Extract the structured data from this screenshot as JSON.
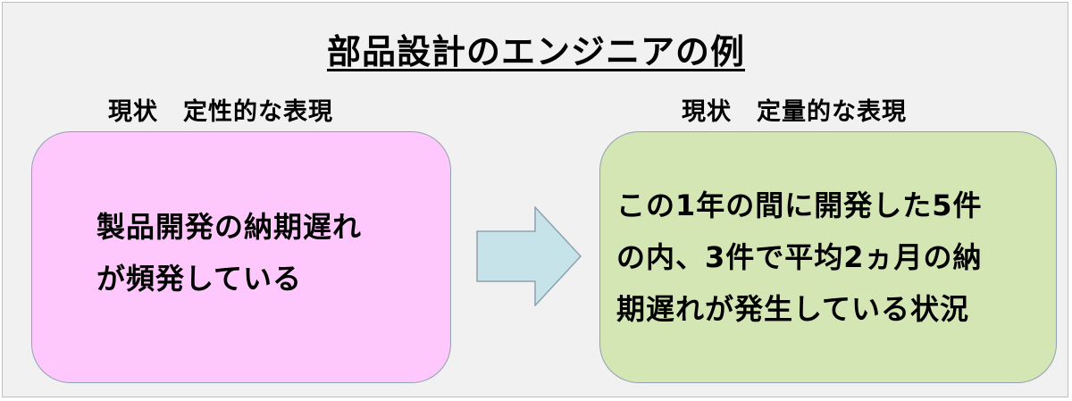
{
  "title": "部品設計のエンジニアの例",
  "left": {
    "label": "現状　定性的な表現",
    "text_lines": [
      "製品開発の納期遅れ",
      "が頻発している"
    ],
    "color": "#fec8fd"
  },
  "right": {
    "label": "現状　定量的な表現",
    "text_lines": [
      "この1年の間に開発した5件",
      "の内、3件で平均2ヵ月の納",
      "期遅れが発生している状況"
    ],
    "color": "#d3e6b3"
  },
  "arrow": {
    "icon": "right-arrow-icon",
    "color": "#c6e3ea"
  }
}
